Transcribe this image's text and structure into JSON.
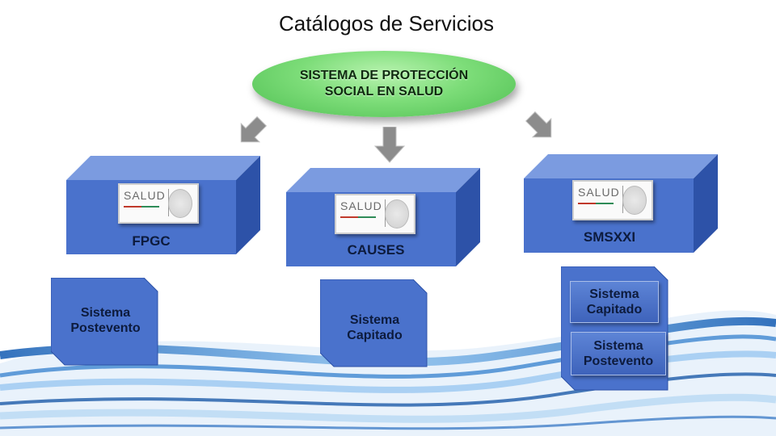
{
  "title": "Catálogos de Servicios",
  "root": {
    "label": "SISTEMA DE PROTECCIÓN\nSOCIAL EN SALUD"
  },
  "logo_text": "SALUD",
  "boxes": [
    {
      "label": "FPGC"
    },
    {
      "label": "CAUSES"
    },
    {
      "label": "SMSXXI"
    }
  ],
  "cards": [
    {
      "label": "Sistema\nPostevento"
    },
    {
      "label": "Sistema\nCapitado"
    }
  ],
  "smsxxi_items": [
    {
      "label": "Sistema\nCapitado"
    },
    {
      "label": "Sistema\nPostevento"
    }
  ],
  "colors": {
    "box_front": "#4a72cc",
    "box_top": "#7b9be0",
    "box_side": "#2d52a8",
    "root_fill": "#6fd36c",
    "arrow": "#8c8c8c"
  }
}
